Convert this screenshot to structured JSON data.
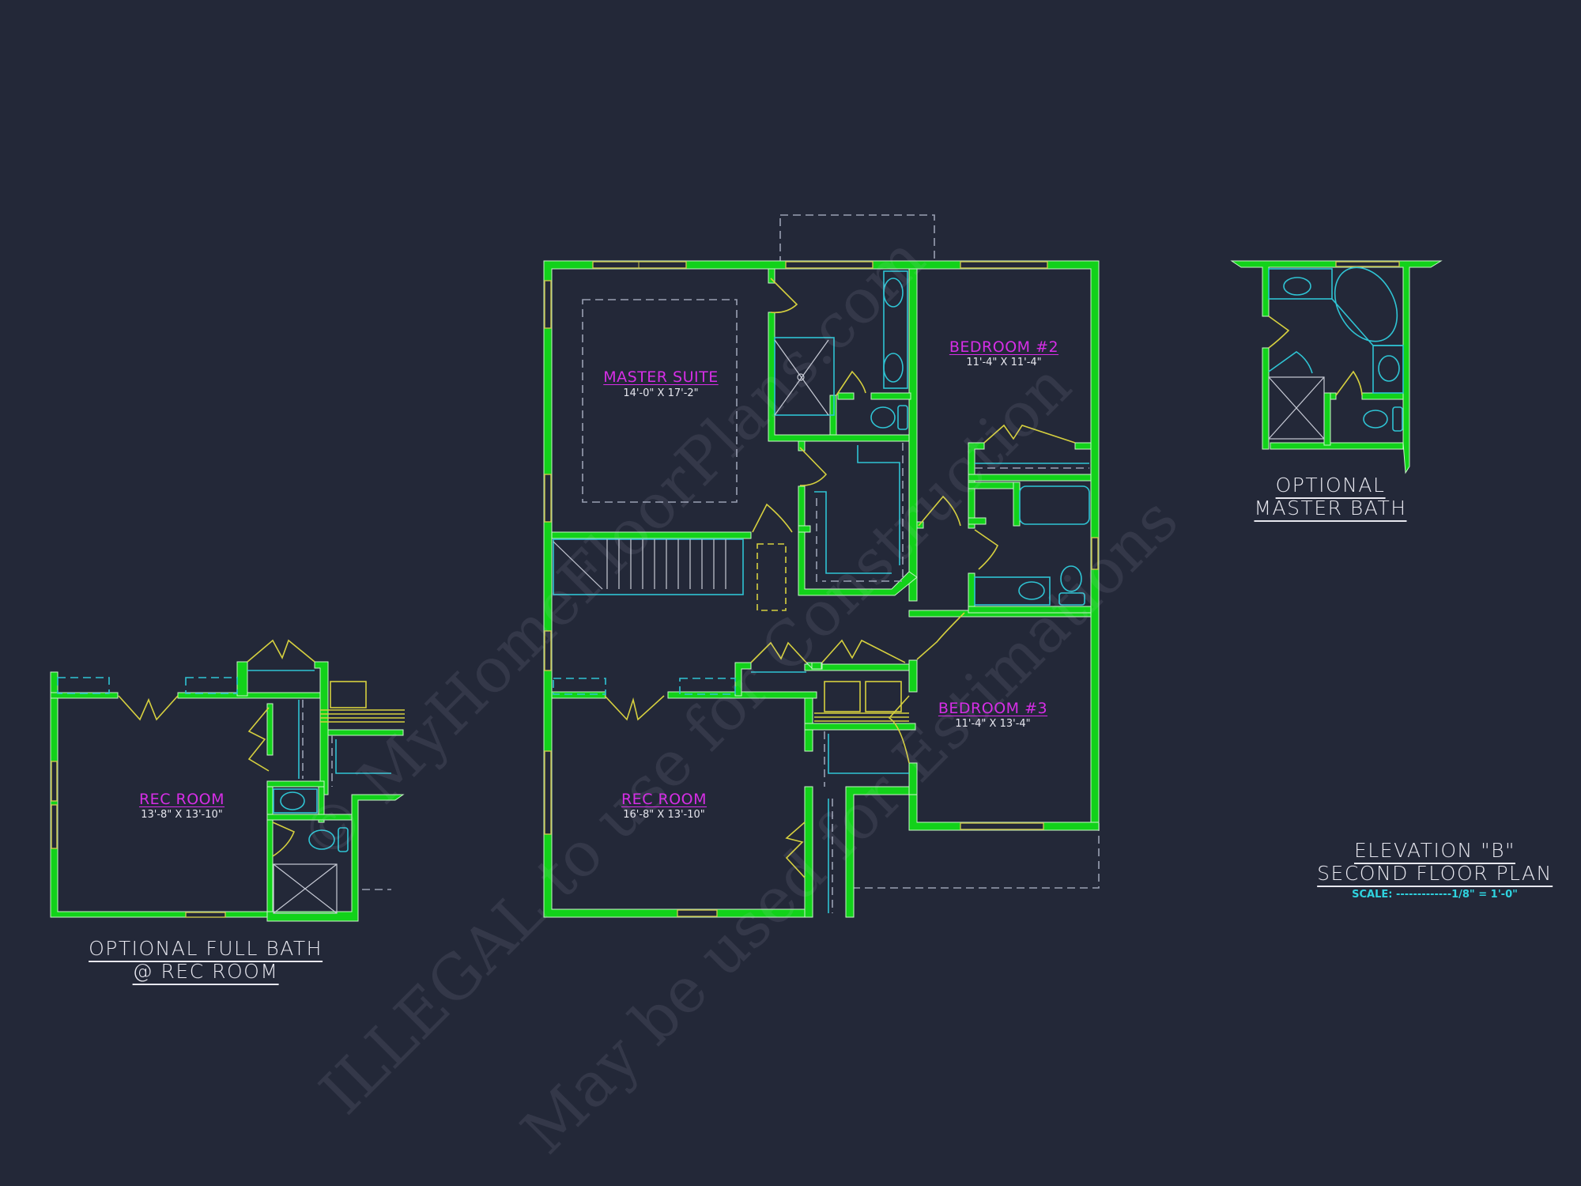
{
  "drawing": {
    "title_line1": "ELEVATION \"B\"",
    "title_line2": "SECOND FLOOR PLAN",
    "scale": "SCALE: -------------1/8\" = 1'-0\""
  },
  "main_plan": {
    "rooms": [
      {
        "name": "MASTER SUITE",
        "dims": "14'-0\" X 17'-2\""
      },
      {
        "name": "BEDROOM #2",
        "dims": "11'-4\" X 11'-4\""
      },
      {
        "name": "BEDROOM #3",
        "dims": "11'-4\" X 13'-4\""
      },
      {
        "name": "REC ROOM",
        "dims": "16'-8\" X 13'-10\""
      }
    ]
  },
  "optional_full_bath": {
    "title_line1": "OPTIONAL FULL BATH",
    "title_line2": "@ REC ROOM",
    "room": {
      "name": "REC ROOM",
      "dims": "13'-8\" X 13'-10\""
    }
  },
  "optional_master_bath": {
    "title_line1": "OPTIONAL",
    "title_line2": "MASTER BATH"
  },
  "watermark": {
    "line1": "© MyHomeFloorPlans.com",
    "line2": "ILLEGAL to use for Construction",
    "line3": "May be used for Estimations"
  },
  "colors": {
    "background": "#232838",
    "walls": "#12d21a",
    "doors_windows": "#d6d03f",
    "fixtures": "#2fc4d4",
    "room_labels": "#d62ee6",
    "titles": "#e8e8f0",
    "scale": "#2fd3df"
  }
}
